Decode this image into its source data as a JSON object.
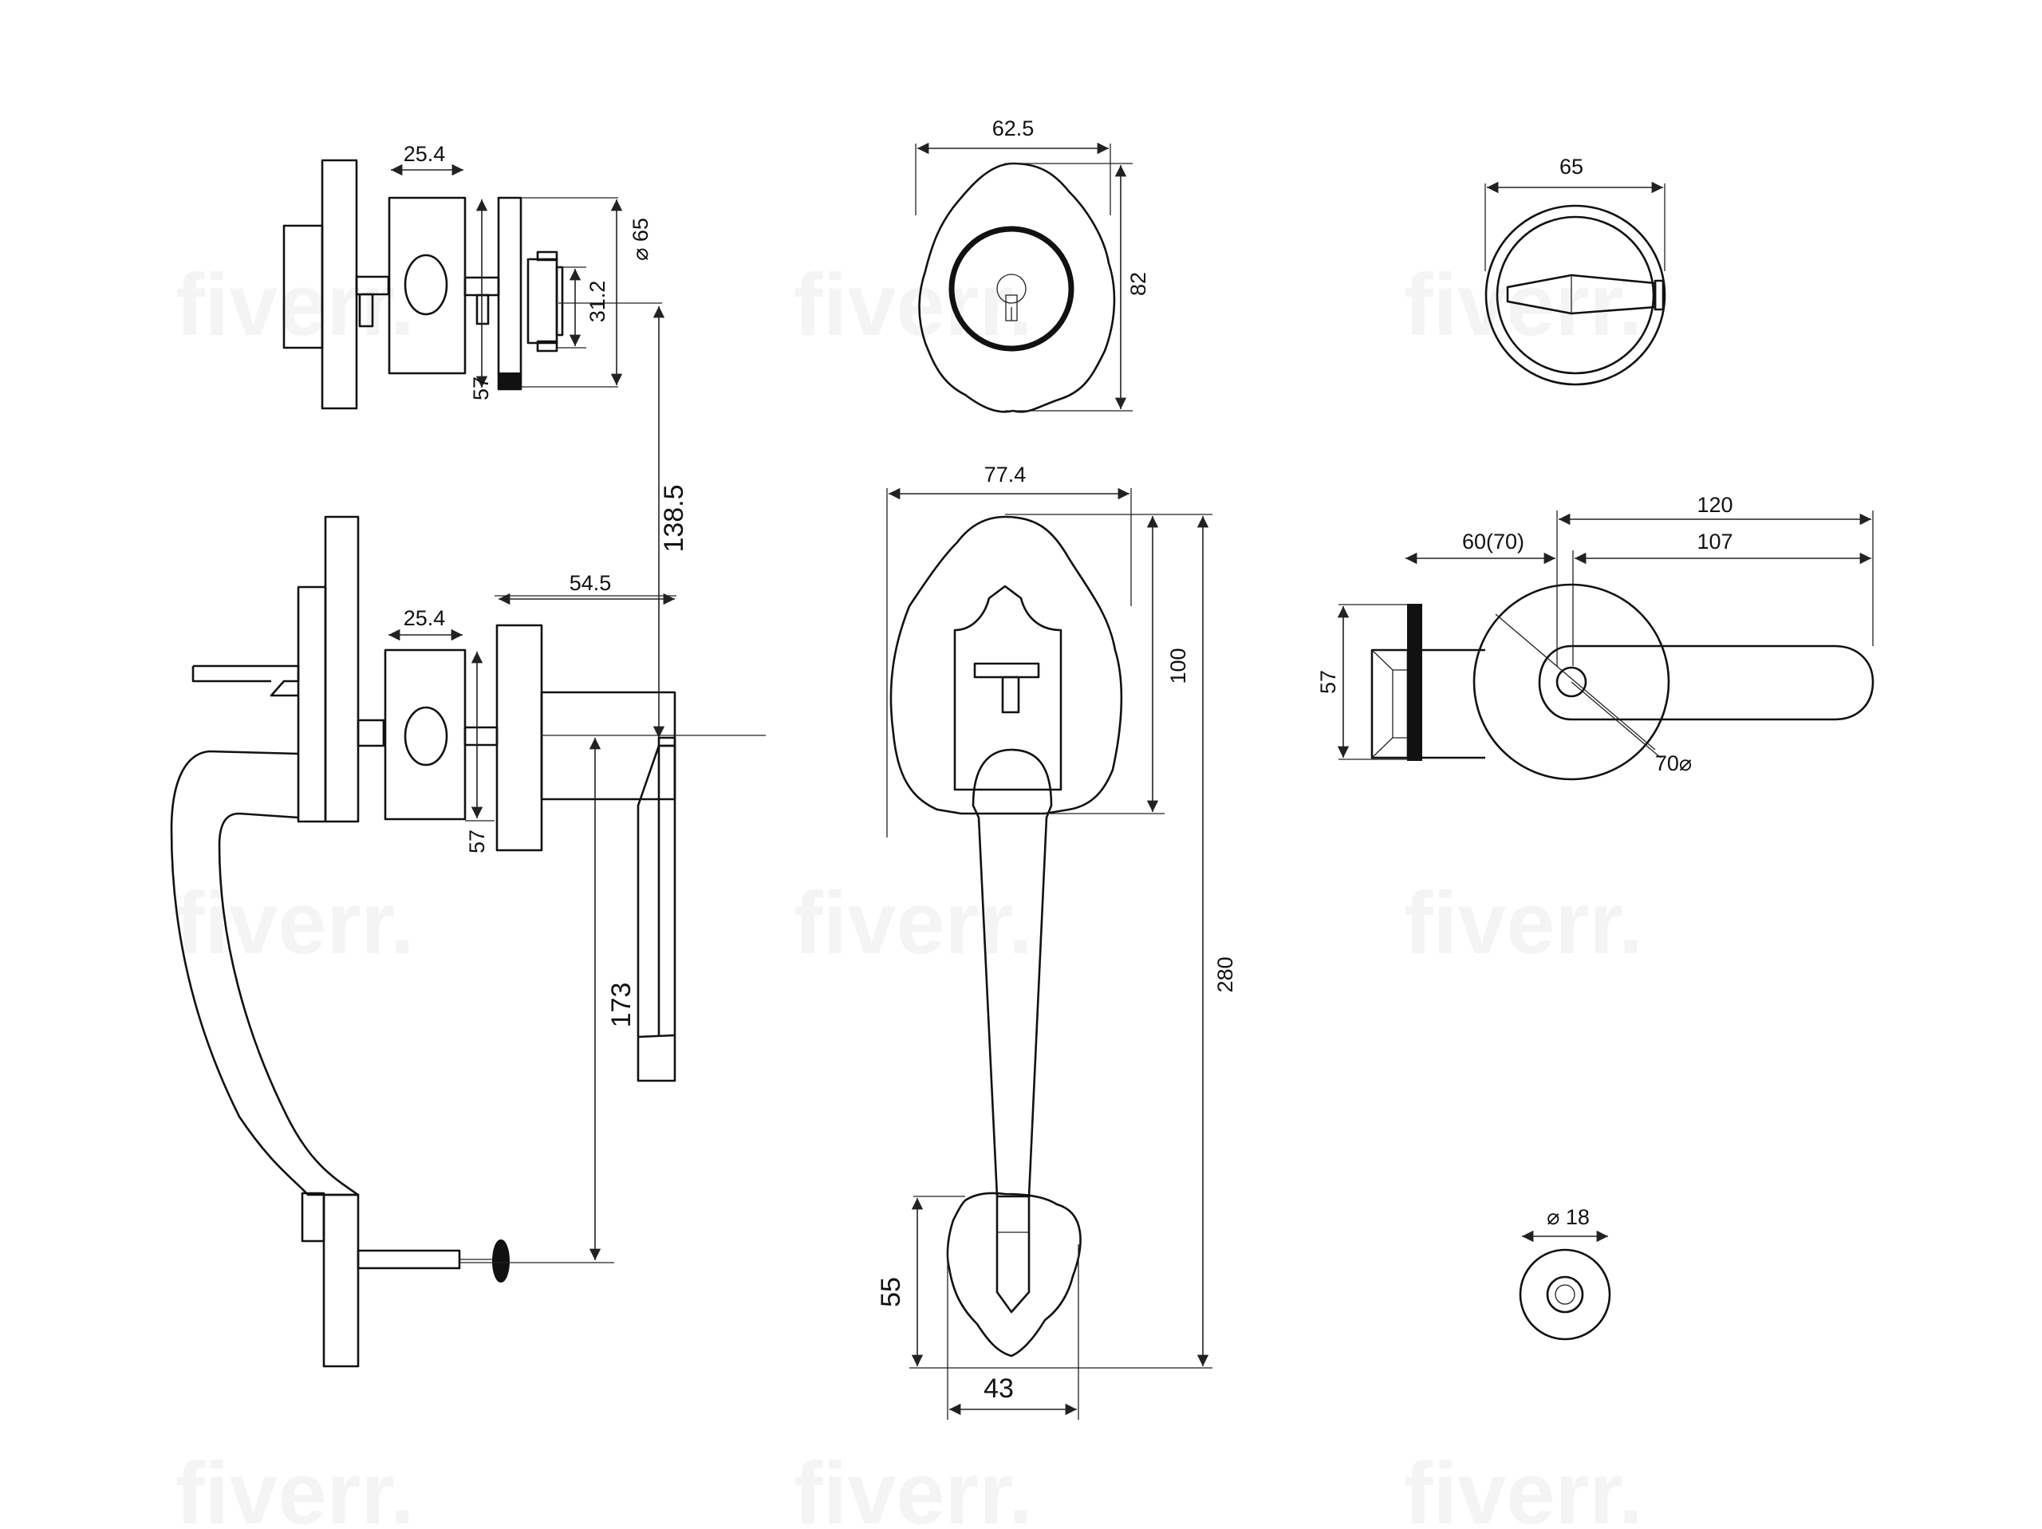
{
  "diagram": {
    "watermark": "fiverr.",
    "colors": {
      "line": "#111111",
      "background": "#ffffff",
      "watermark": "#f4f4f4"
    },
    "dimensions": {
      "deadbolt_side_width": "25.4",
      "deadbolt_side_diameter": "⌀ 65",
      "deadbolt_side_turn_height": "31.2",
      "deadbolt_side_height": "57",
      "center_to_center": "138.5",
      "handle_side_width": "25.4",
      "handle_side_projection": "54.5",
      "handle_side_height": "57",
      "grip_length": "173",
      "deadbolt_plate_width": "62.5",
      "deadbolt_plate_height": "82",
      "thumbturn_diameter": "65",
      "handleset_plate_width": "77.4",
      "handleset_plate_height": "100",
      "handleset_total_height": "280",
      "bottom_plate_height": "55",
      "bottom_plate_width": "43",
      "lever_total_length": "120",
      "lever_offset": "60(70)",
      "lever_length": "107",
      "lever_rose_height": "57",
      "lever_rose_diameter": "70⌀",
      "small_rose_diameter": "⌀ 18"
    }
  }
}
